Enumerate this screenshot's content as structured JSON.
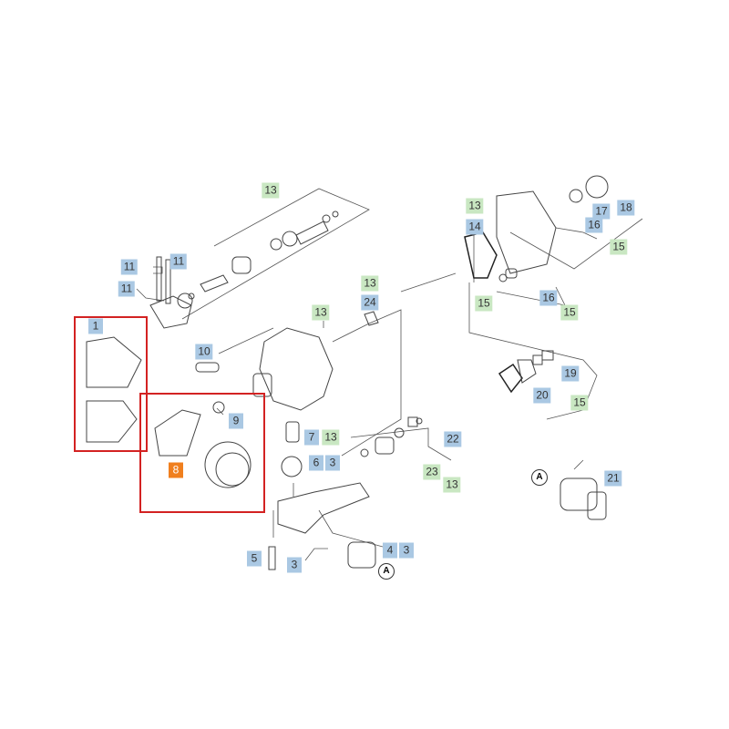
{
  "diagram": {
    "title": "Pump exploded parts diagram",
    "colors": {
      "reference_part": "#aac8e3",
      "kit": "#c9e7c2",
      "highlighted_part": "#f07f1e",
      "highlight_box": "#d32222"
    },
    "labels": [
      {
        "text": "13",
        "kind": "kit"
      },
      {
        "text": "11",
        "kind": "part"
      },
      {
        "text": "11",
        "kind": "part"
      },
      {
        "text": "11",
        "kind": "part"
      },
      {
        "text": "1",
        "kind": "part"
      },
      {
        "text": "10",
        "kind": "part"
      },
      {
        "text": "13",
        "kind": "kit"
      },
      {
        "text": "13",
        "kind": "kit"
      },
      {
        "text": "24",
        "kind": "part"
      },
      {
        "text": "9",
        "kind": "part"
      },
      {
        "text": "8",
        "kind": "highlighted"
      },
      {
        "text": "7",
        "kind": "part"
      },
      {
        "text": "13",
        "kind": "kit"
      },
      {
        "text": "6",
        "kind": "part"
      },
      {
        "text": "3",
        "kind": "part"
      },
      {
        "text": "5",
        "kind": "part"
      },
      {
        "text": "3",
        "kind": "part"
      },
      {
        "text": "4",
        "kind": "part"
      },
      {
        "text": "3",
        "kind": "part"
      },
      {
        "text": "22",
        "kind": "part"
      },
      {
        "text": "23",
        "kind": "kit"
      },
      {
        "text": "13",
        "kind": "kit"
      },
      {
        "text": "13",
        "kind": "kit"
      },
      {
        "text": "14",
        "kind": "part"
      },
      {
        "text": "15",
        "kind": "kit"
      },
      {
        "text": "17",
        "kind": "part"
      },
      {
        "text": "18",
        "kind": "part"
      },
      {
        "text": "16",
        "kind": "part"
      },
      {
        "text": "15",
        "kind": "kit"
      },
      {
        "text": "16",
        "kind": "part"
      },
      {
        "text": "15",
        "kind": "kit"
      },
      {
        "text": "19",
        "kind": "part"
      },
      {
        "text": "20",
        "kind": "part"
      },
      {
        "text": "15",
        "kind": "kit"
      },
      {
        "text": "21",
        "kind": "part"
      }
    ],
    "connectors": [
      {
        "text": "A"
      },
      {
        "text": "A"
      }
    ]
  }
}
